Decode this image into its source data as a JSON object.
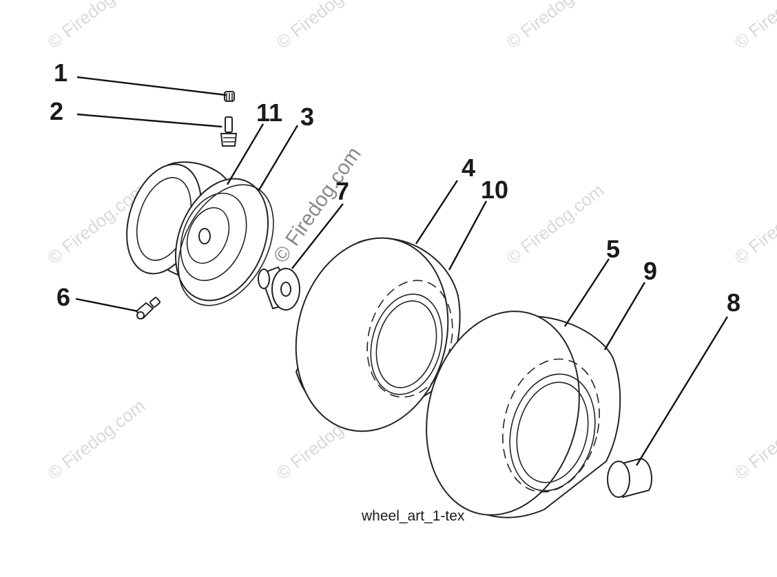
{
  "diagram": {
    "caption": "wheel_art_1-tex",
    "watermark": "© Firedog.com",
    "callouts": {
      "c1": "1",
      "c2": "2",
      "c3": "3",
      "c4": "4",
      "c5": "5",
      "c6": "6",
      "c7": "7",
      "c8": "8",
      "c9": "9",
      "c10": "10",
      "c11": "11"
    }
  }
}
